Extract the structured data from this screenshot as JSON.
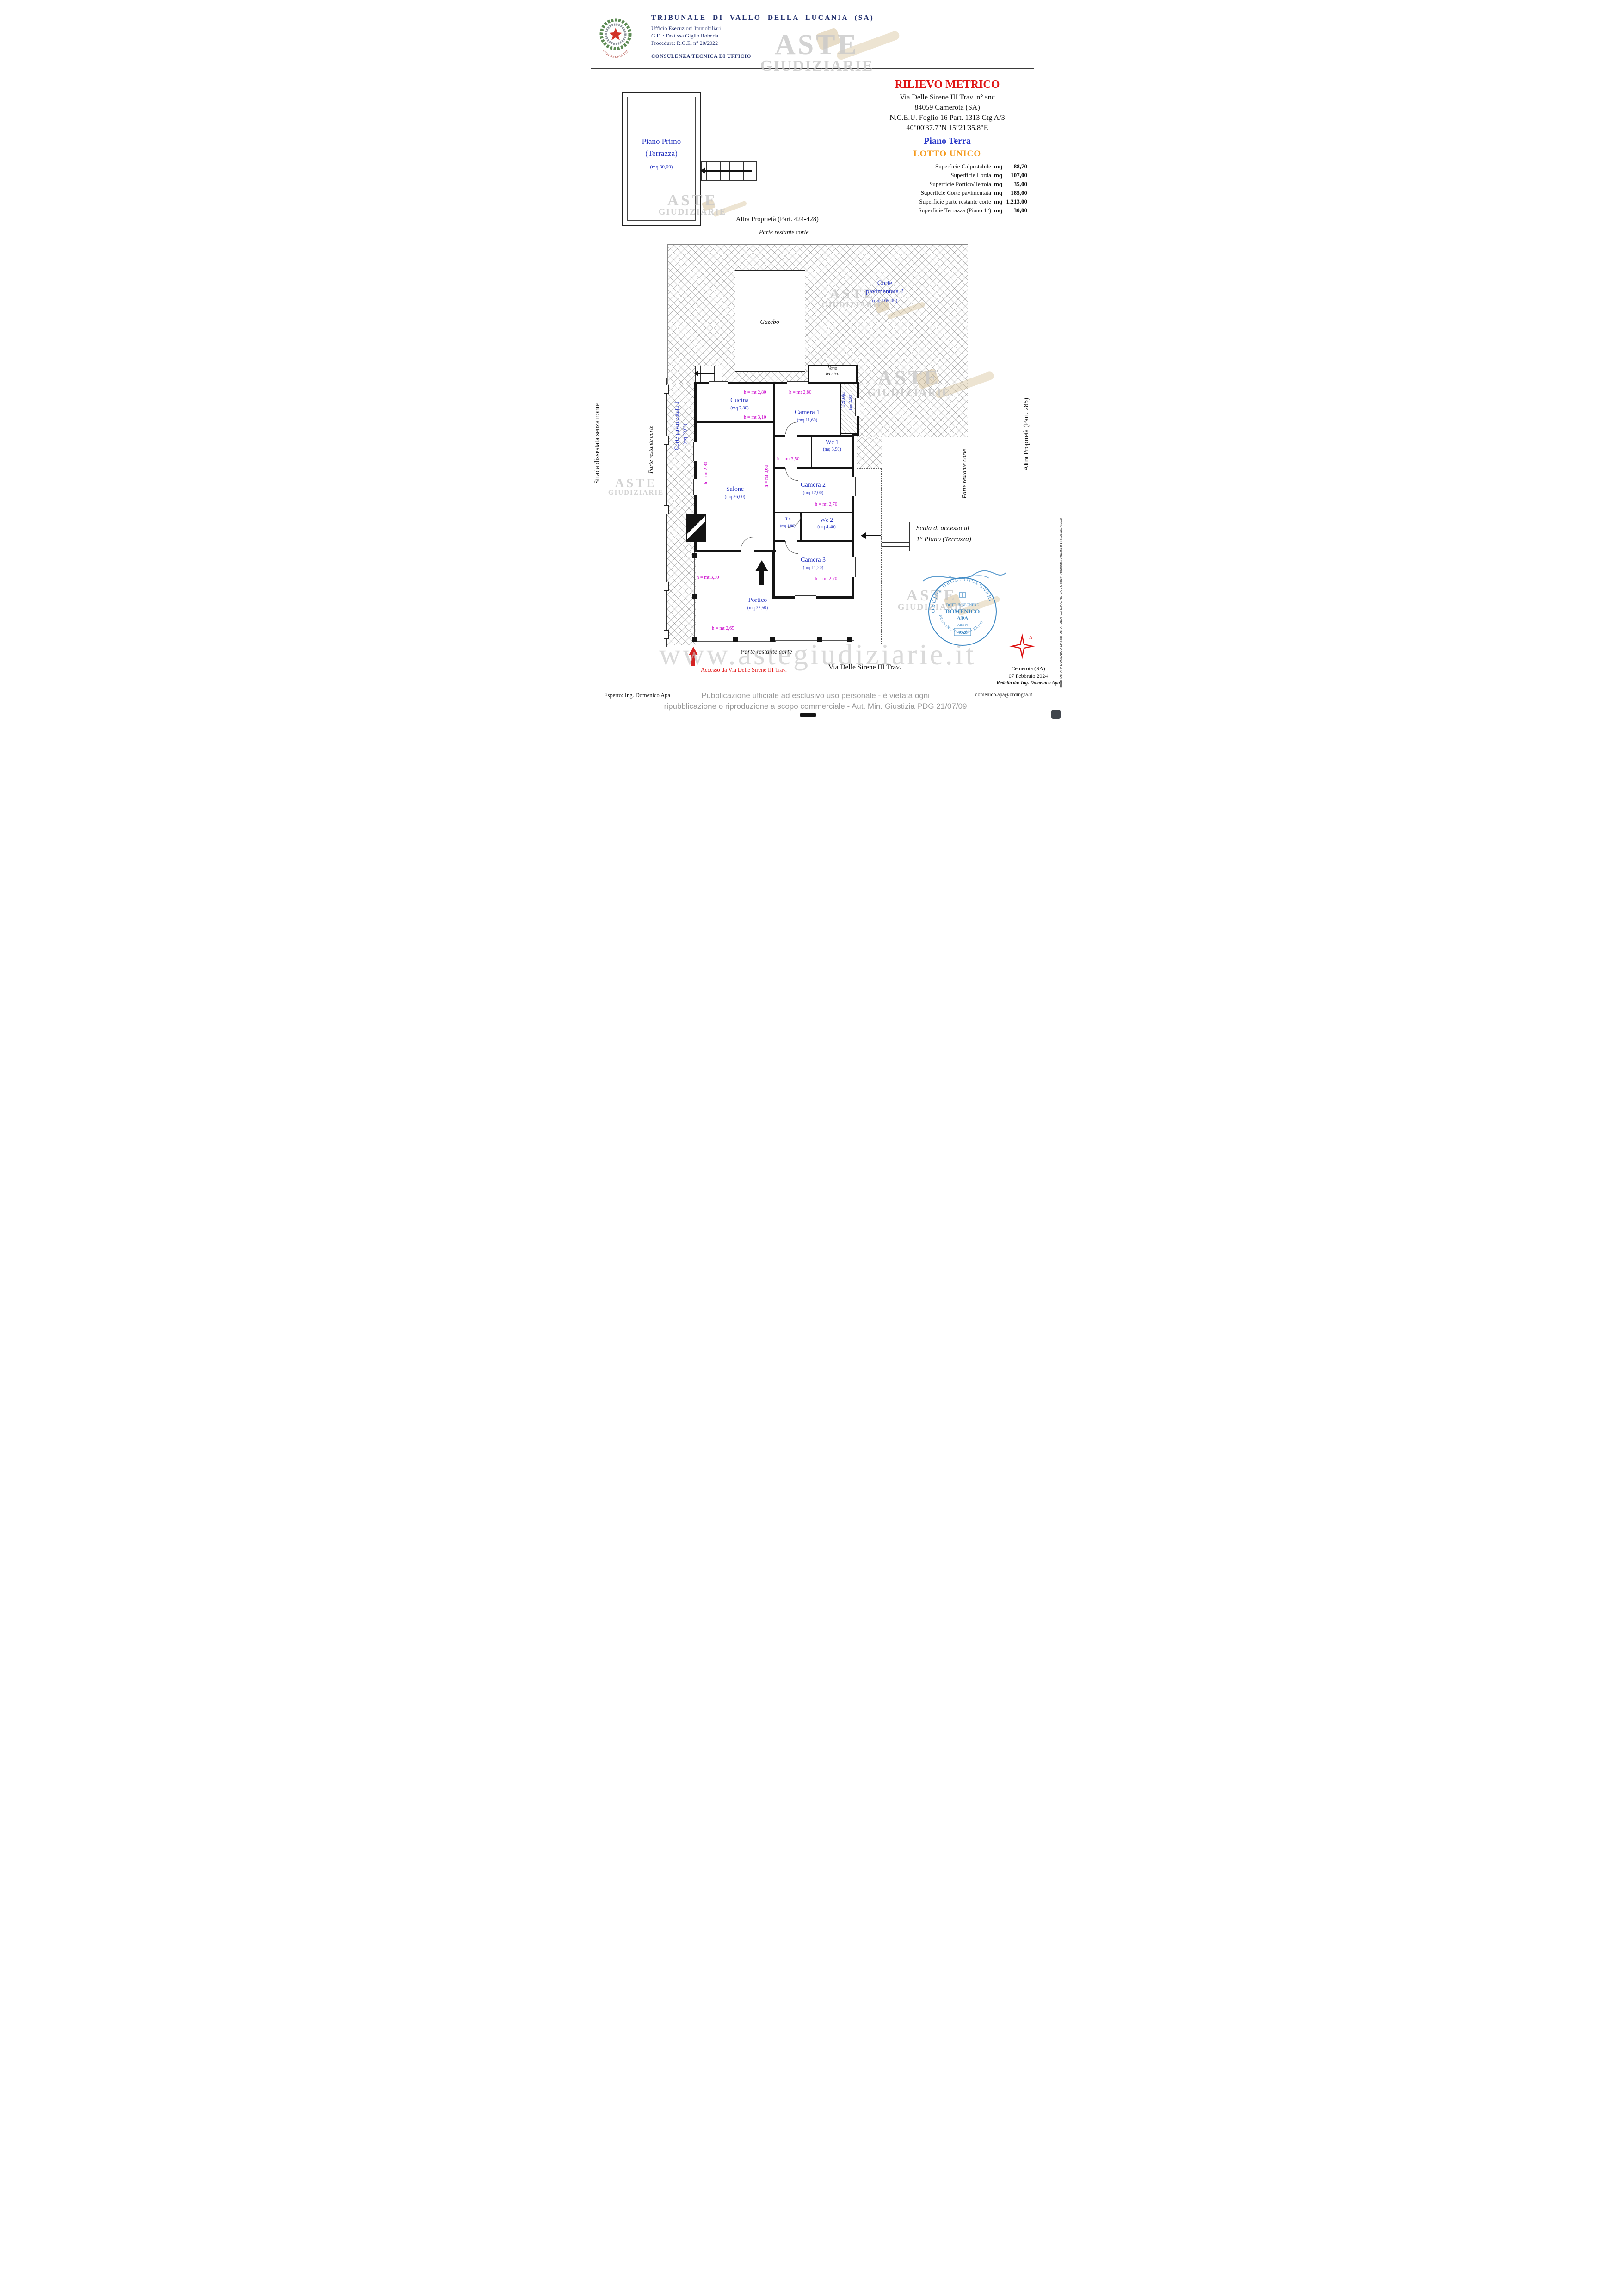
{
  "header": {
    "court": "TRIBUNALE DI VALLO DELLA LUCANIA (SA)",
    "office": "Ufficio Esecuzioni Immobiliari",
    "judge": "G.E. : Dott.ssa Giglio Roberta",
    "procedure": "Procedura: R.G.E. n° 20/2022",
    "consulenza": "CONSULENZA TECNICA DI UFFICIO",
    "logo_caption": "REPUBBLICA ITALIANA"
  },
  "watermark": {
    "line1": "ASTE",
    "line2": "GIUDIZIARIE",
    "site": "www.astegiudiziarie.it"
  },
  "title_block": {
    "title": "RILIEVO METRICO",
    "address1": "Via Delle Sirene III Trav. n° snc",
    "address2": "84059 Camerota (SA)",
    "cadastral": "N.C.E.U. Foglio 16 Part. 1313 Ctg A/3",
    "coords": "40°00'37.7\"N 15°21'35.8\"E",
    "floor": "Piano Terra",
    "lot": "LOTTO UNICO",
    "surfaces": [
      {
        "label": "Superficie Calpestabile",
        "unit": "mq",
        "value": "88,70"
      },
      {
        "label": "Superficie Lorda",
        "unit": "mq",
        "value": "107,00"
      },
      {
        "label": "Superficie Portico/Tettoia",
        "unit": "mq",
        "value": "35,00"
      },
      {
        "label": "Superficie Corte pavimentata",
        "unit": "mq",
        "value": "185,00"
      },
      {
        "label": "Superficie parte restante corte",
        "unit": "mq",
        "value": "1.213,00"
      },
      {
        "label": "Superficie Terrazza (Piano 1°)",
        "unit": "mq",
        "value": "30,00"
      }
    ]
  },
  "first_floor": {
    "line1": "Piano Primo",
    "line2": "(Terrazza)",
    "area": "(mq 30,00)"
  },
  "site_labels": {
    "altra_top": "Altra Proprietà (Part. 424-428)",
    "parte_top": "Parte restante corte",
    "corte2_line1": "Corte",
    "corte2_line2": "pavimentata 2",
    "corte2_area": "(mq 165,00)",
    "gazebo": "Gazebo",
    "vano_line1": "Vano",
    "vano_line2": "tecnico",
    "corte1": "Corte pavimentata 1",
    "corte1_area": "(mq 20,00)",
    "parte_left": "Parte restante corte",
    "strada": "Strada dissestata senza nome",
    "parte_right": "Parte restante corte",
    "altra_right": "Altra Proprietà (Part. 285)",
    "parte_bottom": "Parte restante corte",
    "scala_line1": "Scala di accesso al",
    "scala_line2": "1° Piano (Terrazza)",
    "accesso": "Accesso da Via Delle Sirene III Trav.",
    "via": "Via Delle Sirene III Trav."
  },
  "rooms": [
    {
      "name": "Cucina",
      "area": "(mq 7,80)"
    },
    {
      "name": "Camera 1",
      "area": "(mq 11,60)"
    },
    {
      "name": "Tettoia",
      "area": "(mq 2,50)"
    },
    {
      "name": "Wc 1",
      "area": "(mq 3,90)"
    },
    {
      "name": "Salone",
      "area": "(mq 36,00)"
    },
    {
      "name": "Camera 2",
      "area": "(mq 12,00)"
    },
    {
      "name": "Dis.",
      "area": "(mq 1,80)"
    },
    {
      "name": "Wc 2",
      "area": "(mq 4,40)"
    },
    {
      "name": "Camera 3",
      "area": "(mq 11,20)"
    },
    {
      "name": "Portico",
      "area": "(mq 32,50)"
    }
  ],
  "heights": [
    "h = mt 2,80",
    "h = mt 2,80",
    "h = mt 3,10",
    "h = mt 3,50",
    "h = mt 3,60",
    "h = mt 2,80",
    "h = mt 2,70",
    "h = mt 2,70",
    "h = mt 3,30",
    "h = mt 2,65"
  ],
  "stamp": {
    "arc_top": "ORDINE DEGLI INGEGNERI",
    "arc_bottom": "PROVINCIA DI SALERNO",
    "title": "DOTT. INGEGNERE",
    "first": "DOMENICO",
    "last": "APA",
    "albo": "Albo N",
    "number": "4628"
  },
  "compass": {
    "north": "N"
  },
  "sign_block": {
    "place": "Cemerota (SA)",
    "date": "07 Febbraio 2024",
    "redatto": "Redatto da: Ing. Domenico Apa"
  },
  "footer": {
    "esperto": "Esperto: Ing. Domenico Apa",
    "disclaimer1": "Pubblicazione ufficiale ad esclusivo uso personale - è vietata ogni",
    "disclaimer2": "ripubblicazione o riproduzione a scopo commerciale - Aut. Min. Giustizia PDG 21/07/09",
    "email": "domenico.apa@ordingsa.it",
    "firmato": "Firmato Da: APA DOMENICO Emesso Da: ARUBAPEC S.P.A. NG CA 3 Serial#: 7baa80fa730a1af14617e1358217722/8"
  }
}
